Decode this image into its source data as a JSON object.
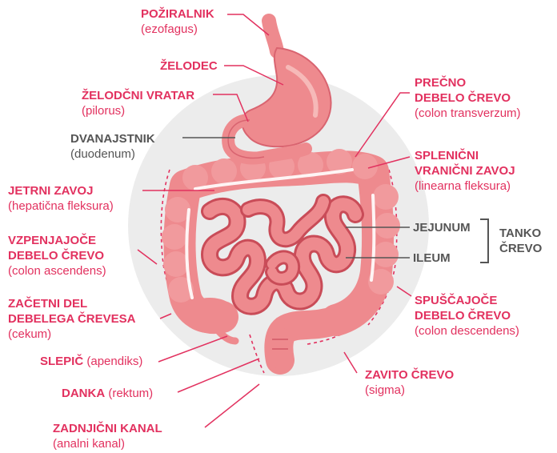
{
  "colors": {
    "accent": "#e2315f",
    "dark_label": "#555555",
    "organ_fill": "#ee8a8e",
    "organ_light": "#f6b9b8",
    "organ_dark": "#c94c58",
    "background_disc": "#ececec"
  },
  "labels": {
    "poziralnik": {
      "title": "POŽIRALNIK",
      "sub": "(ezofagus)"
    },
    "zelodec": {
      "title": "ŽELODEC"
    },
    "zelodcni_vratar": {
      "title": "ŽELODČNI VRATAR",
      "sub": "(pilorus)"
    },
    "dvanajstnik": {
      "title": "DVANAJSTNIK",
      "sub": "(duodenum)"
    },
    "jetrni_zavoj": {
      "title": "JETRNI ZAVOJ",
      "sub": "(hepatična fleksura)"
    },
    "vzpenjajoce": {
      "title1": "VZPENJAJOČE",
      "title2": "DEBELO ČREVO",
      "sub": "(colon ascendens)"
    },
    "zacetni_del": {
      "title1": "ZAČETNI DEL",
      "title2": "DEBELEGA ČREVESA",
      "sub": "(cekum)"
    },
    "slepic": {
      "title": "SLEPIČ",
      "sub": "(apendiks)"
    },
    "danka": {
      "title": "DANKA",
      "sub": "(rektum)"
    },
    "zadnjicni": {
      "title": "ZADNJIČNI KANAL",
      "sub": "(analni kanal)"
    },
    "precno": {
      "title1": "PREČNO",
      "title2": "DEBELO ČREVO",
      "sub": "(colon transverzum)"
    },
    "splenicni": {
      "title1": "SPLENIČNI",
      "title2": "VRANIČNI ZAVOJ",
      "sub": "(linearna fleksura)"
    },
    "jejunum": {
      "title": "JEJUNUM"
    },
    "ileum": {
      "title": "ILEUM"
    },
    "tanko": {
      "title1": "TANKO",
      "title2": "ČREVO"
    },
    "spuscajoce": {
      "title1": "SPUŠČAJOČE",
      "title2": "DEBELO ČREVO",
      "sub": "(colon descendens)"
    },
    "zavito": {
      "title": "ZAVITO ČREVO",
      "sub": "(sigma)"
    }
  }
}
